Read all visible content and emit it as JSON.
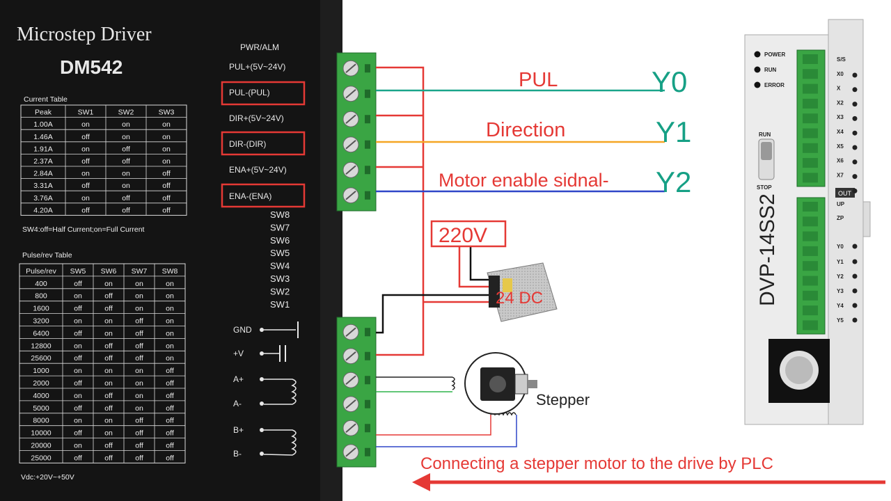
{
  "driver": {
    "brand": "Microstep Driver",
    "model": "DM542",
    "current_table_title": "Current Table",
    "current_table_headers": [
      "Peak",
      "SW1",
      "SW2",
      "SW3"
    ],
    "current_table_rows": [
      [
        "1.00A",
        "on",
        "on",
        "on"
      ],
      [
        "1.46A",
        "off",
        "on",
        "on"
      ],
      [
        "1.91A",
        "on",
        "off",
        "on"
      ],
      [
        "2.37A",
        "off",
        "off",
        "on"
      ],
      [
        "2.84A",
        "on",
        "on",
        "off"
      ],
      [
        "3.31A",
        "off",
        "on",
        "off"
      ],
      [
        "3.76A",
        "on",
        "off",
        "off"
      ],
      [
        "4.20A",
        "off",
        "off",
        "off"
      ]
    ],
    "sw4_note": "SW4:off=Half Current;on=Full Current",
    "pulse_table_title": "Pulse/rev Table",
    "pulse_table_headers": [
      "Pulse/rev",
      "SW5",
      "SW6",
      "SW7",
      "SW8"
    ],
    "pulse_table_rows": [
      [
        "400",
        "off",
        "on",
        "on",
        "on"
      ],
      [
        "800",
        "on",
        "off",
        "on",
        "on"
      ],
      [
        "1600",
        "off",
        "off",
        "on",
        "on"
      ],
      [
        "3200",
        "on",
        "on",
        "off",
        "on"
      ],
      [
        "6400",
        "off",
        "on",
        "off",
        "on"
      ],
      [
        "12800",
        "on",
        "off",
        "off",
        "on"
      ],
      [
        "25600",
        "off",
        "off",
        "off",
        "on"
      ],
      [
        "1000",
        "on",
        "on",
        "on",
        "off"
      ],
      [
        "2000",
        "off",
        "on",
        "on",
        "off"
      ],
      [
        "4000",
        "on",
        "off",
        "on",
        "off"
      ],
      [
        "5000",
        "off",
        "off",
        "on",
        "off"
      ],
      [
        "8000",
        "on",
        "on",
        "off",
        "off"
      ],
      [
        "10000",
        "off",
        "on",
        "off",
        "off"
      ],
      [
        "20000",
        "on",
        "off",
        "off",
        "off"
      ],
      [
        "25000",
        "off",
        "off",
        "off",
        "off"
      ]
    ],
    "vdc_note": "Vdc:+20V~+50V",
    "pwr_alm": "PWR/ALM",
    "signal_labels": [
      "PUL+(5V~24V)",
      "PUL-(PUL)",
      "DIR+(5V~24V)",
      "DIR-(DIR)",
      "ENA+(5V~24V)",
      "ENA-(ENA)"
    ],
    "switch_labels": [
      "SW8",
      "SW7",
      "SW6",
      "SW5",
      "SW4",
      "SW3",
      "SW2",
      "SW1"
    ],
    "power_labels": [
      "GND",
      "+V",
      "A+",
      "A-",
      "B+",
      "B-"
    ]
  },
  "annotations": {
    "pul": "PUL",
    "direction": "Direction",
    "enable": "Motor enable sidnal-",
    "y0": "Y0",
    "y1": "Y1",
    "y2": "Y2",
    "voltage": "220V",
    "dc": "24 DC",
    "stepper": "Stepper",
    "caption": "Connecting a stepper motor to the drive by PLC"
  },
  "plc": {
    "model": "DVP-14SS2",
    "leds": [
      "POWER",
      "RUN",
      "ERROR"
    ],
    "run": "RUN",
    "stop": "STOP",
    "inputs": [
      "S/S",
      "X0",
      "X",
      "X2",
      "X3",
      "X4",
      "X5",
      "X6",
      "X7"
    ],
    "outputs": [
      "UP",
      "ZP",
      "Y0",
      "Y1",
      "Y2",
      "Y3",
      "Y4",
      "Y5"
    ],
    "out_label": "OUT"
  },
  "colors": {
    "accent_red": "#e53935",
    "wire_green": "#1aa58a",
    "wire_orange": "#f5a623",
    "wire_blue": "#2f46c8",
    "terminal_green": "#3aa544",
    "plc_label_teal": "#16a085"
  }
}
